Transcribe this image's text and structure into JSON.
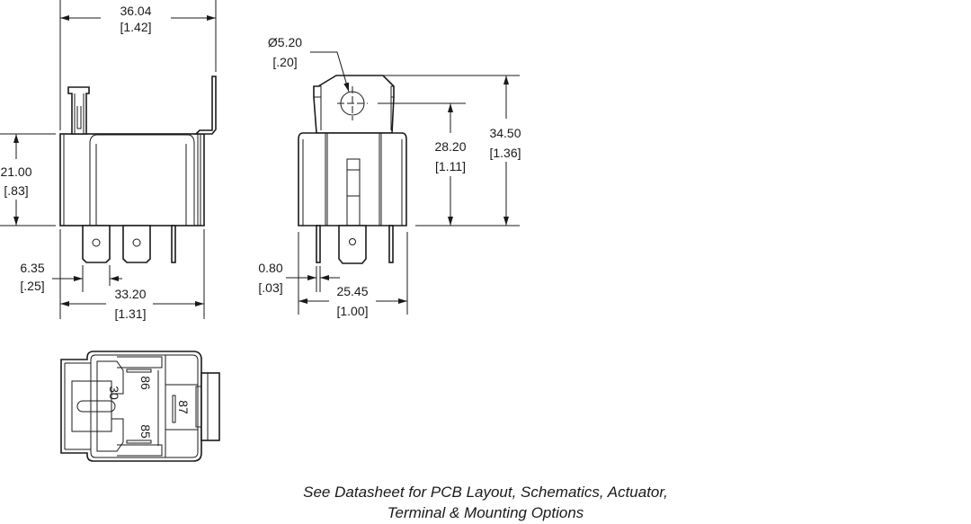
{
  "front_view": {
    "width_mm": "36.04",
    "width_in": "[1.42]",
    "height_mm": "21.00",
    "height_in": "[.83]",
    "terminal_width_mm": "6.35",
    "terminal_width_in": "[.25]",
    "body_width_mm": "33.20",
    "body_width_in": "[1.31]"
  },
  "side_view": {
    "hole_mm": "Ø5.20",
    "hole_in": "[.20]",
    "hole_height_mm": "28.20",
    "hole_height_in": "[1.11]",
    "total_height_mm": "34.50",
    "total_height_in": "[1.36]",
    "pin_width_mm": "0.80",
    "pin_width_in": "[.03]",
    "body_width_mm": "25.45",
    "body_width_in": "[1.00]"
  },
  "bottom_view": {
    "pins": [
      "30",
      "86",
      "85",
      "87"
    ]
  },
  "caption": {
    "line1": "See Datasheet for PCB Layout, Schematics, Actuator,",
    "line2": "Terminal & Mounting Options"
  }
}
